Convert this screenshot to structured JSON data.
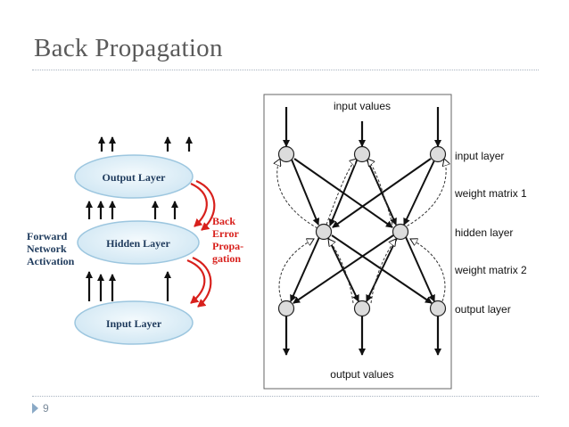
{
  "slide": {
    "title": "Back Propagation",
    "number": "9"
  },
  "left_diagram": {
    "layers": [
      "Output Layer",
      "Hidden Layer",
      "Input Layer"
    ],
    "forward_label": [
      "Forward",
      "Network",
      "Activation"
    ],
    "back_label": [
      "Back",
      "Error",
      "Propa-",
      "gation"
    ],
    "colors": {
      "ellipse_fill": "#d9ecf6",
      "ellipse_stroke": "#9cc6df",
      "back_arrow": "#d8201c"
    }
  },
  "right_diagram": {
    "top_label": "input values",
    "bottom_label": "output values",
    "side_labels": [
      "input layer",
      "weight matrix 1",
      "hidden layer",
      "weight matrix 2",
      "output layer"
    ],
    "colors": {
      "node_fill": "#dcdcdc",
      "node_stroke": "#222222"
    }
  }
}
